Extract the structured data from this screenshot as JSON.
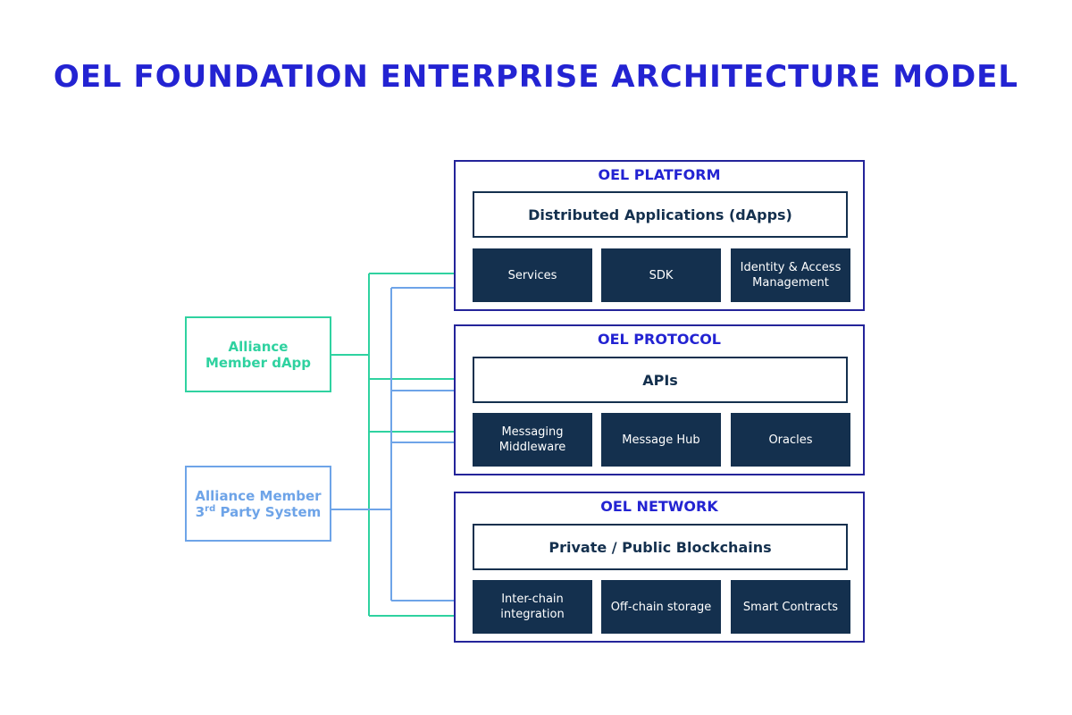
{
  "title": "OEL FOUNDATION ENTERPRISE ARCHITECTURE MODEL",
  "colors": {
    "title": "#2323d2",
    "layer_border": "#24249a",
    "module_fill": "#14304e",
    "green_connector": "#2fd2a0",
    "blue_connector": "#6ea4e8"
  },
  "sources": {
    "alliance_dapp": {
      "line1": "Alliance",
      "line2": "Member dApp"
    },
    "third_party": {
      "line1": "Alliance Member",
      "line2_base": "3",
      "line2_sup": "rd",
      "line2_rest": " Party System"
    }
  },
  "layers": {
    "platform": {
      "title": "OEL PLATFORM",
      "wide": "Distributed Applications (dApps)",
      "modules": [
        "Services",
        "SDK",
        "Identity & Access Management"
      ]
    },
    "protocol": {
      "title": "OEL PROTOCOL",
      "wide": "APIs",
      "modules": [
        "Messaging Middleware",
        "Message Hub",
        "Oracles"
      ]
    },
    "network": {
      "title": "OEL NETWORK",
      "wide": "Private / Public Blockchains",
      "modules": [
        "Inter-chain integration",
        "Off-chain storage",
        "Smart Contracts"
      ]
    }
  }
}
